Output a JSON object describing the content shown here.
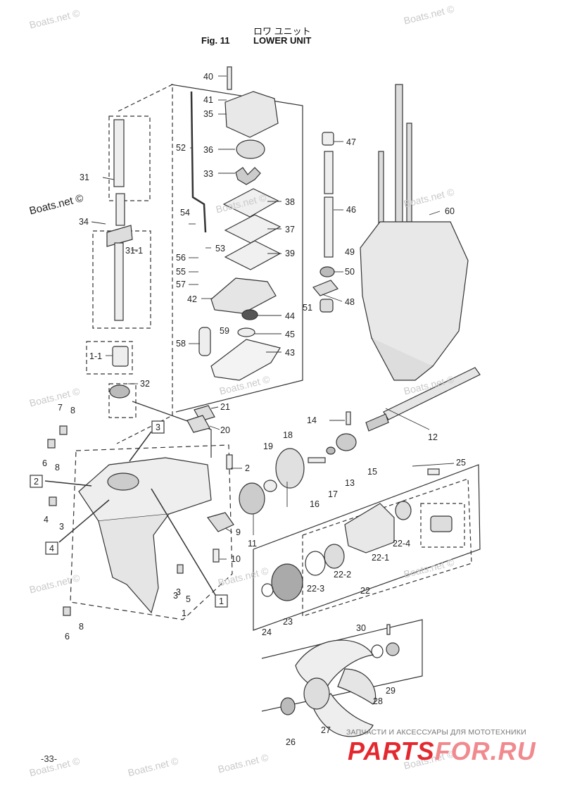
{
  "header": {
    "japanese_title": "ロワ ユニット",
    "fig_label": "Fig. 11",
    "title": "LOWER UNIT"
  },
  "watermarks": [
    "Boats.net ©",
    "Boats.net ©",
    "Boats.net ©",
    "Boats.net ©",
    "Boats.net ©",
    "Boats.net ©",
    "Boats.net ©",
    "Boats.net ©",
    "Boats.net ©",
    "Boats.net ©",
    "Boats.net ©",
    "Boats.net ©",
    "Boats.net ©",
    "Boats.net ©",
    "Boats.net ©"
  ],
  "page_number": "-33-",
  "footer": {
    "tagline": "ЗАПЧАСТИ И АКСЕССУАРЫ ДЛЯ МОТОТЕХНИКИ",
    "logo_part1": "PARTS",
    "logo_part2": "FOR.RU"
  },
  "callouts": [
    "40",
    "41",
    "35",
    "36",
    "33",
    "52",
    "38",
    "37",
    "39",
    "54",
    "53",
    "56",
    "55",
    "57",
    "42",
    "44",
    "45",
    "43",
    "58",
    "59",
    "47",
    "46",
    "49",
    "50",
    "51",
    "48",
    "60",
    "31",
    "34",
    "31-1",
    "1-1",
    "32",
    "21",
    "20",
    "7",
    "8",
    "6",
    "8",
    "2",
    "3",
    "4",
    "3",
    "14",
    "18",
    "19",
    "12",
    "13",
    "17",
    "16",
    "15",
    "25",
    "11",
    "9",
    "10",
    "22-4",
    "22-1",
    "22-2",
    "22-3",
    "22",
    "24",
    "23",
    "3",
    "5",
    "1",
    "6",
    "8",
    "30",
    "29",
    "28",
    "27",
    "26"
  ],
  "boxed_callouts": [
    "3",
    "2",
    "4",
    "1"
  ]
}
